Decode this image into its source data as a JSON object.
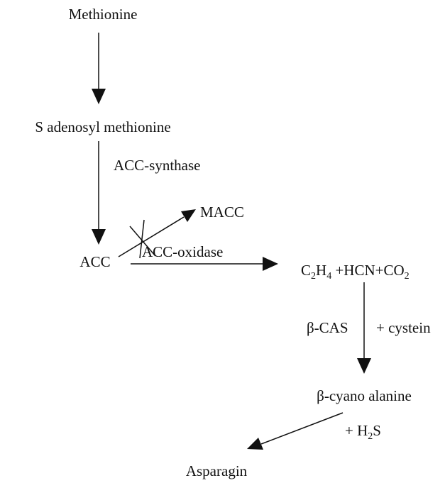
{
  "nodes": {
    "methionine": "Methionine",
    "sam": "S adenosyl methionine",
    "acc": "ACC",
    "macc": "MACC",
    "products": {
      "c": "C",
      "c_sub": "2",
      "h": "H",
      "h_sub": "4",
      "rest": " +HCN+CO",
      "co_sub": "2"
    },
    "cyanoalanine": "β-cyano alanine",
    "asparagin": "Asparagin"
  },
  "labels": {
    "acc_synthase": "ACC-synthase",
    "acc_oxidase": "ACC-oxidase",
    "beta_cas": "β-CAS",
    "cystein": "+ cystein",
    "h2s_plus": "+ H",
    "h2s_sub": "2",
    "h2s_s": "S"
  }
}
